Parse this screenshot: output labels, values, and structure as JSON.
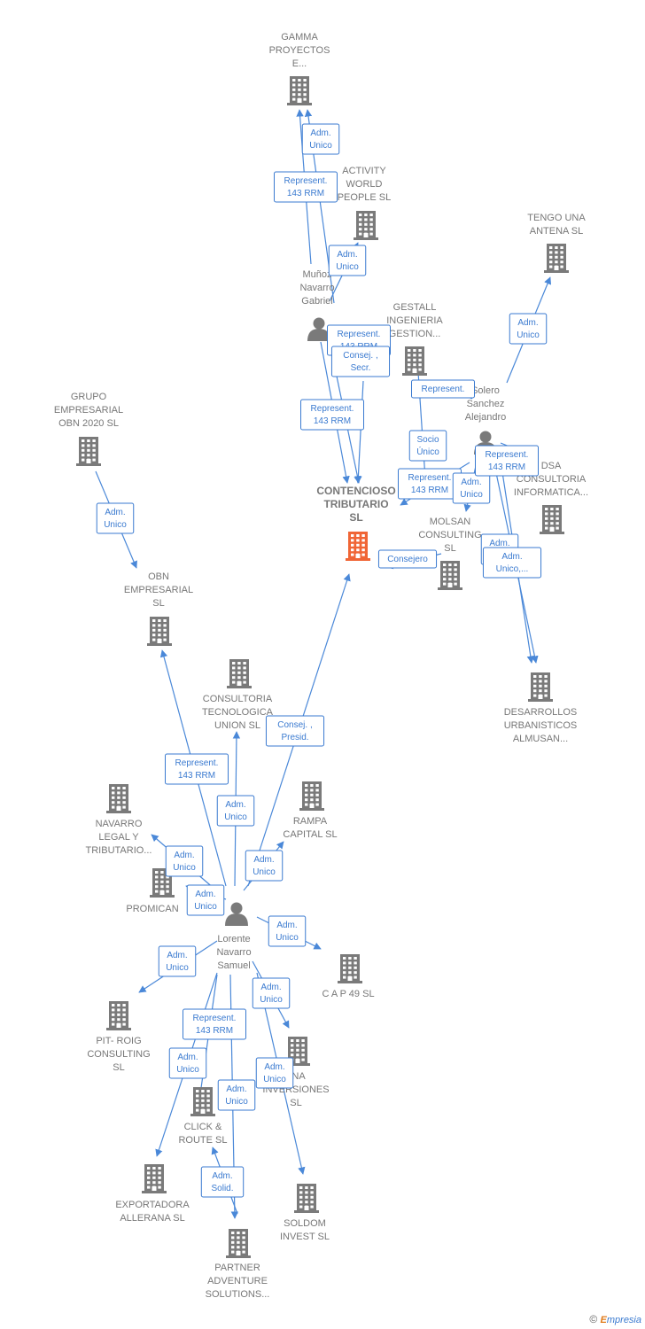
{
  "colors": {
    "company": "#7a7a7a",
    "focus": "#f06535",
    "person": "#7a7a7a",
    "edge": "#4a88d8",
    "label": "#3a7ad0"
  },
  "footer": {
    "copyright": "©",
    "brand_initial": "E",
    "brand_rest": "mpresia"
  },
  "nodes": [
    {
      "id": "gamma",
      "type": "company",
      "lines": [
        "GAMMA",
        "PROYECTOS",
        "E..."
      ]
    },
    {
      "id": "activity",
      "type": "company",
      "lines": [
        "ACTIVITY",
        "WORLD",
        "PEOPLE  SL"
      ]
    },
    {
      "id": "tengo",
      "type": "company",
      "lines": [
        "TENGO UNA",
        "ANTENA  SL"
      ]
    },
    {
      "id": "munoz",
      "type": "person",
      "lines": [
        "Muñoz",
        "Navarro",
        "Gabriel"
      ]
    },
    {
      "id": "gestall",
      "type": "company",
      "lines": [
        "GESTALL",
        "INGENIERIA",
        "GESTION..."
      ]
    },
    {
      "id": "solero",
      "type": "person",
      "lines": [
        "Solero",
        "Sanchez",
        "Alejandro"
      ]
    },
    {
      "id": "grupo",
      "type": "company",
      "lines": [
        "GRUPO",
        "EMPRESARIAL",
        "OBN 2020  SL"
      ]
    },
    {
      "id": "contencioso",
      "type": "focus",
      "lines": [
        "CONTENCIOSO",
        "TRIBUTARIO",
        "SL"
      ]
    },
    {
      "id": "dsa",
      "type": "company",
      "lines": [
        "DSA",
        "CONSULTORIA",
        "INFORMATICA..."
      ]
    },
    {
      "id": "molsan",
      "type": "company",
      "lines": [
        "MOLSAN",
        "CONSULTING",
        "SL"
      ]
    },
    {
      "id": "obn",
      "type": "company",
      "lines": [
        "OBN",
        "EMPRESARIAL",
        "SL"
      ]
    },
    {
      "id": "desarrollos",
      "type": "company",
      "lines": [
        "DESARROLLOS",
        "URBANISTICOS",
        "ALMUSAN..."
      ]
    },
    {
      "id": "ctu",
      "type": "company",
      "lines": [
        "CONSULTORIA",
        "TECNOLOGICA",
        "UNION  SL"
      ]
    },
    {
      "id": "rampa",
      "type": "company",
      "lines": [
        "RAMPA",
        "CAPITAL  SL"
      ]
    },
    {
      "id": "navarro_legal",
      "type": "company",
      "lines": [
        "NAVARRO",
        "LEGAL Y",
        "TRIBUTARIO..."
      ]
    },
    {
      "id": "promican",
      "type": "company",
      "lines": [
        "PROMICAN"
      ]
    },
    {
      "id": "lorente",
      "type": "person",
      "lines": [
        "Lorente",
        "Navarro",
        "Samuel"
      ]
    },
    {
      "id": "cap49",
      "type": "company",
      "lines": [
        "C A P 49 SL"
      ]
    },
    {
      "id": "pitroig",
      "type": "company",
      "lines": [
        "PIT- ROIG",
        "CONSULTING",
        "SL"
      ]
    },
    {
      "id": "lna",
      "type": "company",
      "lines": [
        "LNA",
        "INVERSIONES",
        "SL"
      ]
    },
    {
      "id": "click",
      "type": "company",
      "lines": [
        "CLICK &",
        "ROUTE  SL"
      ]
    },
    {
      "id": "exportadora",
      "type": "company",
      "lines": [
        "EXPORTADORA",
        "ALLERANA  SL"
      ]
    },
    {
      "id": "soldom",
      "type": "company",
      "lines": [
        "SOLDOM",
        "INVEST  SL"
      ]
    },
    {
      "id": "partner",
      "type": "company",
      "lines": [
        "PARTNER",
        "ADVENTURE",
        "SOLUTIONS..."
      ]
    }
  ],
  "edges": [
    {
      "from": "munoz",
      "to": "gamma",
      "lines": [
        "Adm.",
        "Unico"
      ]
    },
    {
      "from": "munoz",
      "to": "gamma",
      "lines": [
        "Represent.",
        "143 RRM"
      ]
    },
    {
      "from": "munoz",
      "to": "activity",
      "lines": [
        "Adm.",
        "Unico"
      ]
    },
    {
      "from": "munoz",
      "to": "contencioso",
      "lines": [
        "Represent.",
        "143 RRM"
      ]
    },
    {
      "from": "munoz",
      "to": "contencioso",
      "lines": [
        "Represent.",
        "143 RRM"
      ]
    },
    {
      "from": "munoz",
      "to": "contencioso",
      "lines": [
        "Consej. ,",
        "Secr."
      ]
    },
    {
      "from": "solero",
      "to": "tengo",
      "lines": [
        "Adm.",
        "Unico"
      ]
    },
    {
      "from": "solero",
      "to": "gestall",
      "lines": [
        "Represent."
      ]
    },
    {
      "from": "solero",
      "to": "gestall",
      "lines": [
        "Socio",
        "Único"
      ]
    },
    {
      "from": "solero",
      "to": "contencioso",
      "lines": [
        "Represent.",
        "143 RRM"
      ]
    },
    {
      "from": "solero",
      "to": "molsan",
      "lines": [
        "Adm.",
        "Unico"
      ]
    },
    {
      "from": "solero",
      "to": "dsa",
      "lines": [
        "Represent.",
        "143 RRM"
      ]
    },
    {
      "from": "solero",
      "to": "desarrollos",
      "lines": [
        "Adm.",
        "Unico"
      ]
    },
    {
      "from": "solero",
      "to": "desarrollos",
      "lines": [
        "Adm.",
        "Unico,..."
      ]
    },
    {
      "from": "molsan",
      "to": "contencioso",
      "lines": [
        "Consejero"
      ]
    },
    {
      "from": "grupo",
      "to": "obn",
      "lines": [
        "Adm.",
        "Unico"
      ]
    },
    {
      "from": "lorente",
      "to": "obn",
      "lines": [
        "Represent.",
        "143 RRM"
      ]
    },
    {
      "from": "lorente",
      "to": "contencioso",
      "lines": [
        "Consej. ,",
        "Presid."
      ]
    },
    {
      "from": "lorente",
      "to": "ctu",
      "lines": [
        "Adm.",
        "Unico"
      ]
    },
    {
      "from": "lorente",
      "to": "rampa",
      "lines": [
        "Adm.",
        "Unico"
      ]
    },
    {
      "from": "lorente",
      "to": "navarro_legal",
      "lines": [
        "Adm.",
        "Unico"
      ]
    },
    {
      "from": "lorente",
      "to": "promican",
      "lines": [
        "Adm.",
        "Unico"
      ]
    },
    {
      "from": "lorente",
      "to": "cap49",
      "lines": [
        "Adm.",
        "Unico"
      ]
    },
    {
      "from": "lorente",
      "to": "pitroig",
      "lines": [
        "Adm.",
        "Unico"
      ]
    },
    {
      "from": "lorente",
      "to": "lna",
      "lines": [
        "Adm.",
        "Unico"
      ]
    },
    {
      "from": "lorente",
      "to": "exportadora",
      "lines": [
        "Represent.",
        "143 RRM"
      ]
    },
    {
      "from": "lorente",
      "to": "exportadora",
      "lines": [
        "Adm.",
        "Unico"
      ]
    },
    {
      "from": "lorente",
      "to": "click",
      "lines": [
        "Adm.",
        "Unico"
      ]
    },
    {
      "from": "lorente",
      "to": "soldom",
      "lines": [
        "Adm.",
        "Unico"
      ]
    },
    {
      "from": "lorente",
      "to": "partner",
      "lines": [
        "Adm.",
        "Solid."
      ]
    }
  ]
}
